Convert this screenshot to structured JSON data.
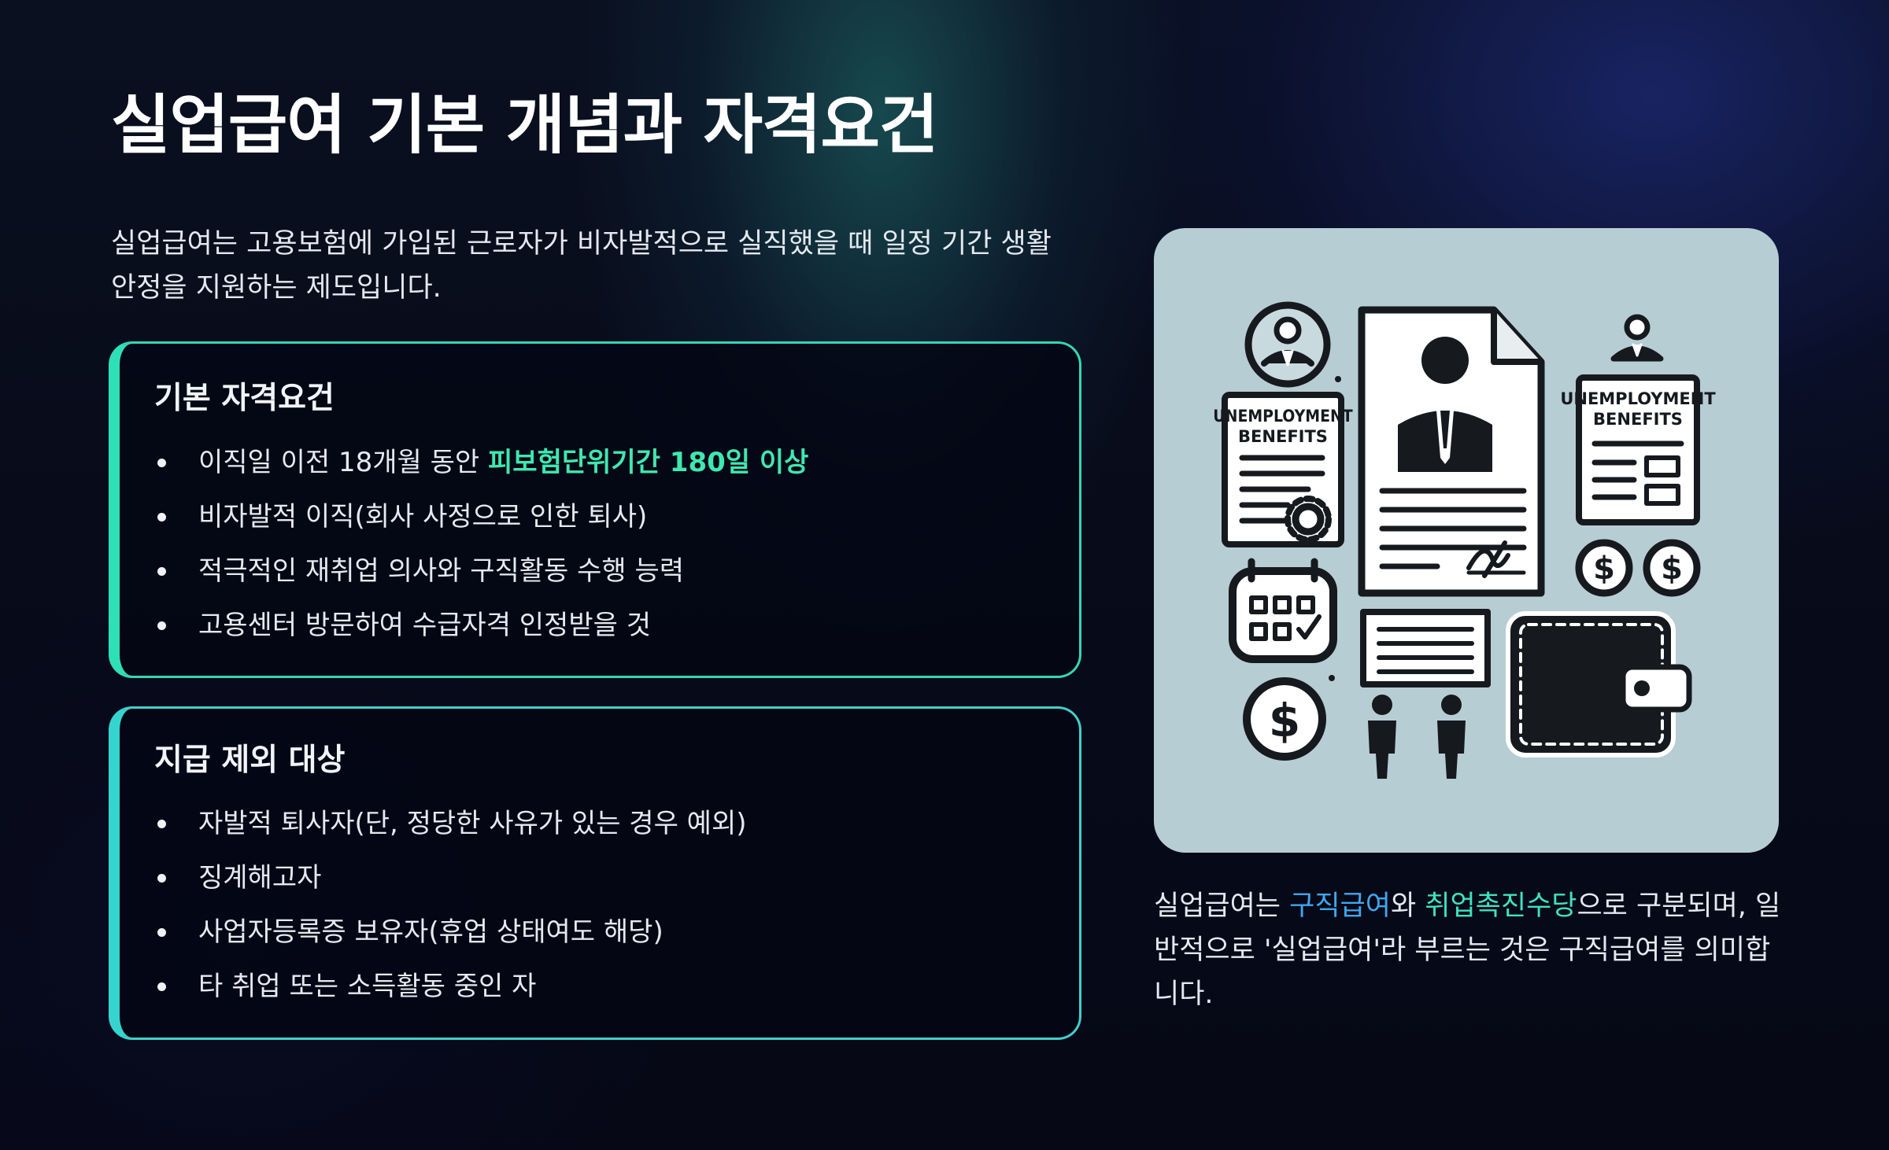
{
  "title": "실업급여 기본 개념과 자격요건",
  "intro": "실업급여는 고용보험에 가입된 근로자가 비자발적으로 실직했을 때 일정 기간 생활 안정을 지원하는 제도입니다.",
  "cards": [
    {
      "heading": "기본 자격요건",
      "items": [
        {
          "text": "이직일 이전 18개월 동안 ",
          "highlight": "피보험단위기간 180일 이상"
        },
        {
          "text": "비자발적 이직(회사 사정으로 인한 퇴사)"
        },
        {
          "text": "적극적인 재취업 의사와 구직활동 수행 능력"
        },
        {
          "text": "고용센터 방문하여 수급자격 인정받을 것"
        }
      ]
    },
    {
      "heading": "지급 제외 대상",
      "items": [
        {
          "text": "자발적 퇴사자(단, 정당한 사유가 있는 경우 예외)"
        },
        {
          "text": "징계해고자"
        },
        {
          "text": "사업자등록증 보유자(휴업 상태여도 해당)"
        },
        {
          "text": "타 취업 또는 소득활동 중인 자"
        }
      ]
    }
  ],
  "illustration": {
    "doc_left_label_1": "UNEMPLOYMENT",
    "doc_left_label_2": "BENEFITS",
    "doc_right_label_1": "UNEMPLOYMENT",
    "doc_right_label_2": "BENEFITS",
    "icons": [
      "person-badge-icon",
      "benefits-document-icon",
      "resume-document-icon",
      "dollar-coin-icon",
      "calendar-icon",
      "wallet-icon",
      "people-icon",
      "gear-icon"
    ]
  },
  "caption": {
    "part1": "실업급여는 ",
    "term1": "구직급여",
    "part2": "와 ",
    "term2": "취업촉진수당",
    "part3": "으로 구분되며, 일반적으로 '실업급여'라 부르는 것은 구직급여를 의미합니다."
  },
  "colors": {
    "accent_green": "#3ee8b0",
    "accent_blue": "#3fa6f0",
    "card_border": "#34d6b4",
    "illustration_bg": "#b7cdd4"
  }
}
